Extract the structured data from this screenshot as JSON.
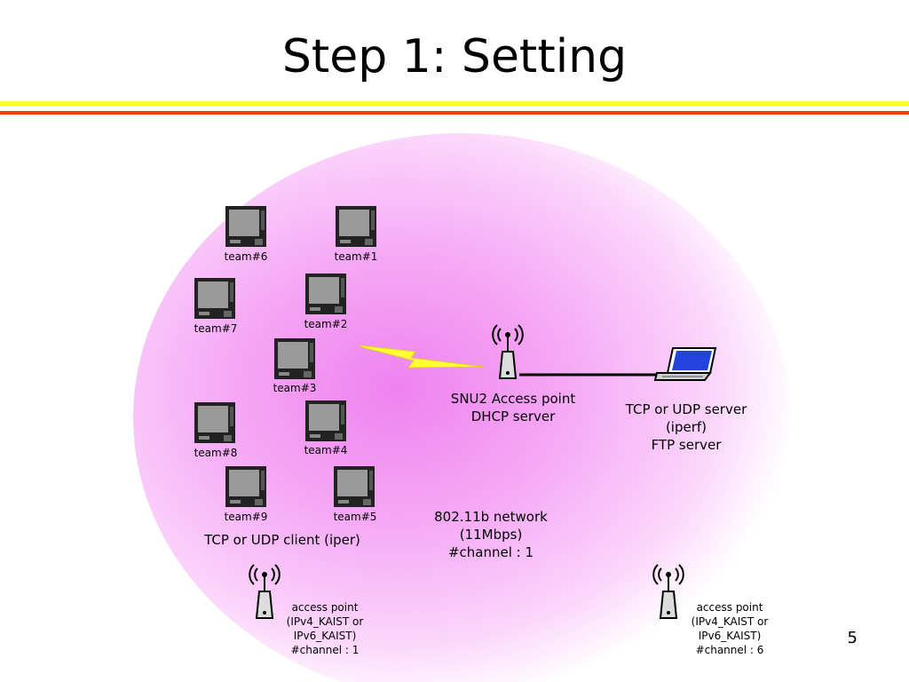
{
  "slide": {
    "title": "Step 1: Setting",
    "page_number": "5",
    "colors": {
      "bar_yellow": "#ffff33",
      "bar_red": "#ff3300",
      "glow": "#ef82ef",
      "lightning": "#ffff33",
      "laptop_screen": "#2244dd"
    },
    "teams": [
      {
        "label": "team#6"
      },
      {
        "label": "team#1"
      },
      {
        "label": "team#7"
      },
      {
        "label": "team#2"
      },
      {
        "label": "team#3"
      },
      {
        "label": "team#8"
      },
      {
        "label": "team#4"
      },
      {
        "label": "team#9"
      },
      {
        "label": "team#5"
      }
    ],
    "client_caption": "TCP or UDP client (iper)",
    "snu2_ap": {
      "line1": "SNU2 Access point",
      "line2": "DHCP server"
    },
    "server": {
      "line1": "TCP or UDP server",
      "line2": "(iperf)",
      "line3": "FTP server"
    },
    "network": {
      "line1": "802.11b network",
      "line2": "(11Mbps)",
      "line3": "#channel : 1"
    },
    "ap_left": {
      "line1": "access point",
      "line2": "(IPv4_KAIST or",
      "line3": "IPv6_KAIST)",
      "line4": "#channel : 1"
    },
    "ap_right": {
      "line1": "access point",
      "line2": "(IPv4_KAIST or",
      "line3": "IPv6_KAIST)",
      "line4": "#channel : 6"
    }
  }
}
